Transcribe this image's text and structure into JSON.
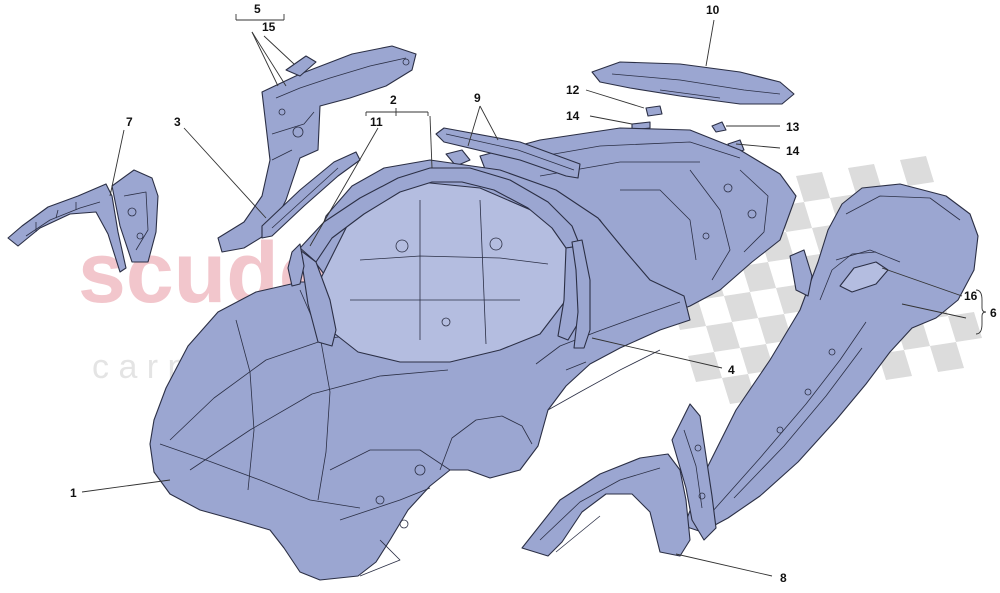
{
  "watermark": {
    "brand": "scuderia",
    "tagline": "c a r   p a r t s",
    "brand_color": "#f2c6cc",
    "tagline_color": "#e4e4e4",
    "flag_color": "#dcdcdc"
  },
  "colors": {
    "part_fill": "#9ba6d1",
    "part_fill_light": "#b4bde0",
    "part_stroke": "#2b2f45",
    "leader": "#333333"
  },
  "callouts": [
    "1",
    "2",
    "3",
    "4",
    "5",
    "6",
    "7",
    "8",
    "9",
    "10",
    "11",
    "12",
    "13",
    "14",
    "14",
    "15",
    "16"
  ]
}
